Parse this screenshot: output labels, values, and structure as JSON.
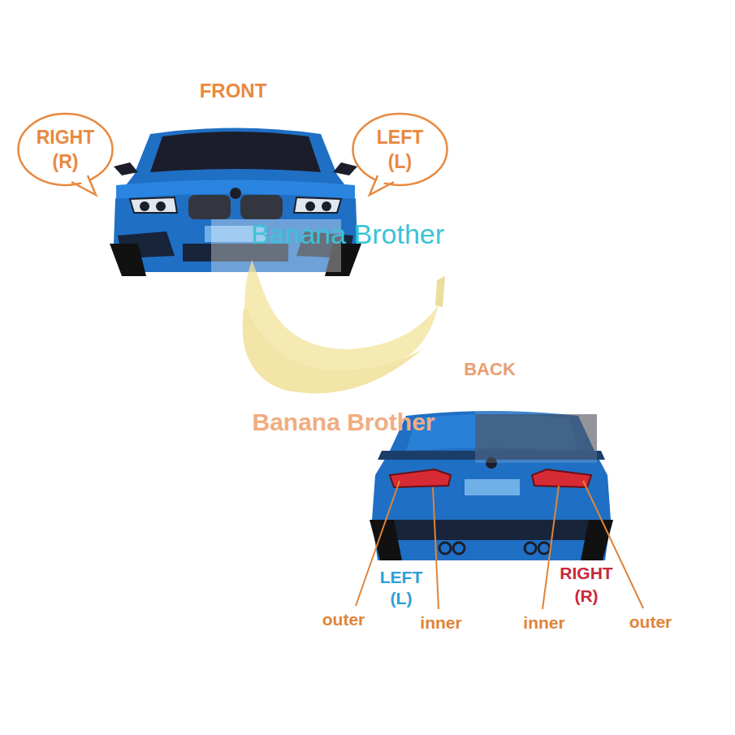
{
  "diagram": {
    "nodes": [
      {
        "text": [
          "RIGHT (R)"
        ]
      },
      {
        "text": [
          "LEFT (L)"
        ]
      }
    ],
    "labels": [
      "FRONT",
      "Banana Brother",
      "Banana Brother",
      "BACK",
      "LEFT (L)",
      "RIGHT (R)",
      "outer",
      "inner",
      "inner",
      "outer"
    ]
  }
}
